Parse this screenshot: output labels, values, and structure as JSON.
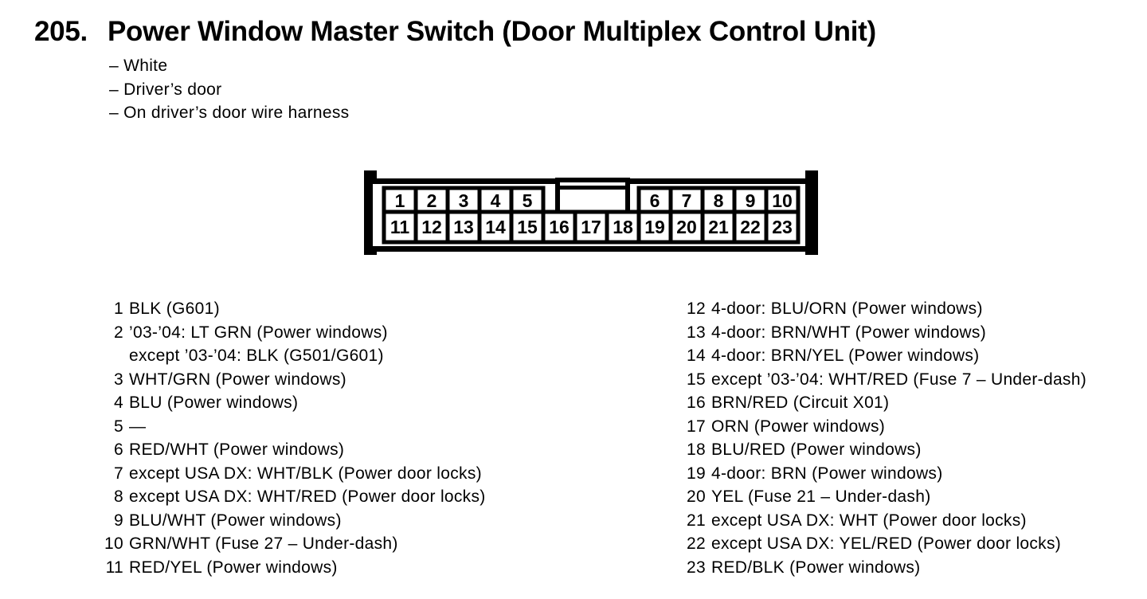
{
  "header": {
    "number": "205.",
    "title": "Power Window Master Switch (Door Multiplex Control Unit)"
  },
  "notes": [
    "– White",
    "– Driver’s door",
    "– On driver’s door wire harness"
  ],
  "connector": {
    "top_row": [
      "1",
      "2",
      "3",
      "4",
      "5",
      "6",
      "7",
      "8",
      "9",
      "10"
    ],
    "bottom_row": [
      "11",
      "12",
      "13",
      "14",
      "15",
      "16",
      "17",
      "18",
      "19",
      "20",
      "21",
      "22",
      "23"
    ]
  },
  "pins": {
    "left": [
      {
        "num": "1",
        "desc": "BLK (G601)"
      },
      {
        "num": "2",
        "desc": "’03-’04: LT GRN (Power windows)\nexcept ’03-’04: BLK (G501/G601)"
      },
      {
        "num": "3",
        "desc": "WHT/GRN (Power windows)"
      },
      {
        "num": "4",
        "desc": "BLU (Power windows)"
      },
      {
        "num": "5",
        "desc": "—"
      },
      {
        "num": "6",
        "desc": "RED/WHT (Power windows)"
      },
      {
        "num": "7",
        "desc": "except USA DX: WHT/BLK (Power door locks)"
      },
      {
        "num": "8",
        "desc": "except USA DX: WHT/RED (Power door locks)"
      },
      {
        "num": "9",
        "desc": "BLU/WHT (Power windows)"
      },
      {
        "num": "10",
        "desc": "GRN/WHT (Fuse 27 – Under-dash)"
      },
      {
        "num": "11",
        "desc": "RED/YEL (Power windows)"
      }
    ],
    "right": [
      {
        "num": "12",
        "desc": "4-door: BLU/ORN (Power windows)"
      },
      {
        "num": "13",
        "desc": "4-door: BRN/WHT (Power windows)"
      },
      {
        "num": "14",
        "desc": "4-door: BRN/YEL (Power windows)"
      },
      {
        "num": "15",
        "desc": "except ’03-’04: WHT/RED (Fuse 7 – Under-dash)"
      },
      {
        "num": "16",
        "desc": "BRN/RED (Circuit X01)"
      },
      {
        "num": "17",
        "desc": "ORN (Power windows)"
      },
      {
        "num": "18",
        "desc": "BLU/RED (Power windows)"
      },
      {
        "num": "19",
        "desc": "4-door: BRN (Power windows)"
      },
      {
        "num": "20",
        "desc": "YEL (Fuse 21 – Under-dash)"
      },
      {
        "num": "21",
        "desc": "except USA DX: WHT (Power door locks)"
      },
      {
        "num": "22",
        "desc": "except USA DX: YEL/RED (Power door locks)"
      },
      {
        "num": "23",
        "desc": "RED/BLK (Power windows)"
      }
    ]
  },
  "colors": {
    "ink": "#000000",
    "paper": "#ffffff"
  }
}
